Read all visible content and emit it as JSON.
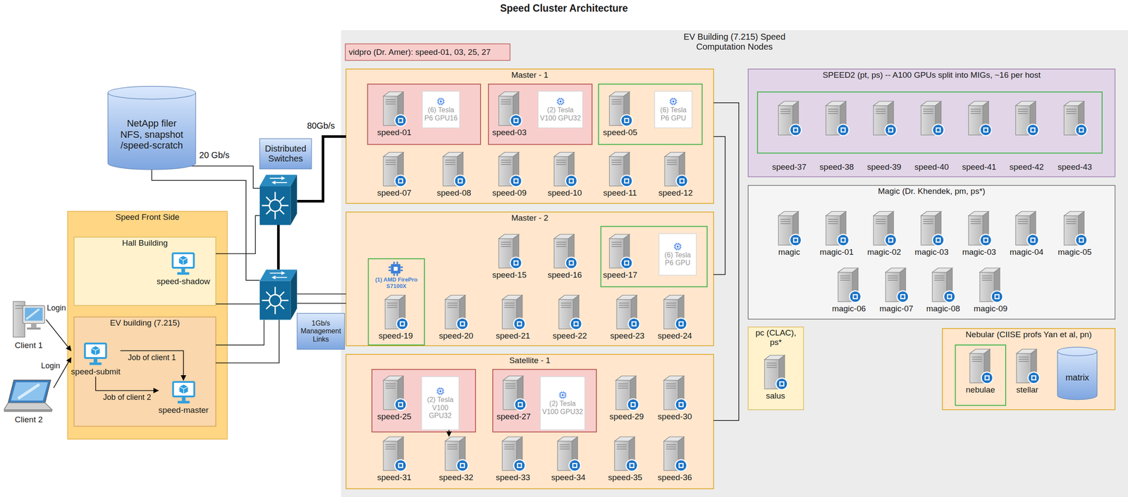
{
  "diagram": {
    "title": "Speed Cluster Architecture",
    "nodes": [
      {
        "text": [
          "Speed Front Side"
        ]
      },
      {
        "text": [
          "Hall Building"
        ],
        "in": 0
      },
      {
        "text": [
          "speed-shadow"
        ],
        "in": 1
      },
      {
        "text": [
          "EV building (7.215)"
        ],
        "in": 0
      },
      {
        "text": [
          "speed-submit"
        ],
        "in": 3
      },
      {
        "text": [
          "speed-master"
        ],
        "in": 3
      },
      {
        "text": [
          "Client 1"
        ]
      },
      {
        "text": [
          "Client 2"
        ]
      },
      {
        "text": [
          "NetApp filer NFS, snapshot /speed-scratch"
        ]
      },
      {
        "text": [
          "Distributed Switches"
        ]
      },
      {
        "text": [
          "1Gb/s Management Links"
        ]
      },
      {
        "text": [
          "EV Building (7.215) Speed Computation Nodes"
        ]
      },
      {
        "text": [
          "vidpro (Dr. Amer): speed-01, 03, 25, 27"
        ],
        "in": 11
      },
      {
        "text": [
          "Master - 1"
        ],
        "in": 11
      },
      {
        "text": [
          "speed-01"
        ],
        "in": 13
      },
      {
        "text": [
          "(6) Tesla P6 GPU16"
        ],
        "in": 13
      },
      {
        "text": [
          "speed-03"
        ],
        "in": 13
      },
      {
        "text": [
          "(2) Tesla V100 GPU32"
        ],
        "in": 13
      },
      {
        "text": [
          "speed-05"
        ],
        "in": 13
      },
      {
        "text": [
          "(6) Tesla P6 GPU"
        ],
        "in": 13
      },
      {
        "text": [
          "speed-07"
        ],
        "in": 13
      },
      {
        "text": [
          "speed-08"
        ],
        "in": 13
      },
      {
        "text": [
          "speed-09"
        ],
        "in": 13
      },
      {
        "text": [
          "speed-10"
        ],
        "in": 13
      },
      {
        "text": [
          "speed-11"
        ],
        "in": 13
      },
      {
        "text": [
          "speed-12"
        ],
        "in": 13
      },
      {
        "text": [
          "Master - 2"
        ],
        "in": 11
      },
      {
        "text": [
          "speed-15"
        ],
        "in": 26
      },
      {
        "text": [
          "speed-16"
        ],
        "in": 26
      },
      {
        "text": [
          "speed-17"
        ],
        "in": 26
      },
      {
        "text": [
          "(6) Tesla P6 GPU"
        ],
        "in": 26
      },
      {
        "text": [
          "speed-19"
        ],
        "in": 26
      },
      {
        "text": [
          "speed-20"
        ],
        "in": 26
      },
      {
        "text": [
          "speed-21"
        ],
        "in": 26
      },
      {
        "text": [
          "speed-22"
        ],
        "in": 26
      },
      {
        "text": [
          "speed-23"
        ],
        "in": 26
      },
      {
        "text": [
          "speed-24"
        ],
        "in": 26
      },
      {
        "text": [
          "Satellite - 1"
        ],
        "in": 11
      },
      {
        "text": [
          "speed-25"
        ],
        "in": 37
      },
      {
        "text": [
          "(2) Tesla V100 GPU32"
        ],
        "in": 37
      },
      {
        "text": [
          "speed-27"
        ],
        "in": 37
      },
      {
        "text": [
          "(2) Tesla V100 GPU32"
        ],
        "in": 37
      },
      {
        "text": [
          "speed-29"
        ],
        "in": 37
      },
      {
        "text": [
          "speed-30"
        ],
        "in": 37
      },
      {
        "text": [
          "speed-31"
        ],
        "in": 37
      },
      {
        "text": [
          "speed-32"
        ],
        "in": 37
      },
      {
        "text": [
          "speed-33"
        ],
        "in": 37
      },
      {
        "text": [
          "speed-34"
        ],
        "in": 37
      },
      {
        "text": [
          "speed-35"
        ],
        "in": 37
      },
      {
        "text": [
          "speed-36"
        ],
        "in": 37
      },
      {
        "text": [
          "SPEED2 (pt, ps) -- A100 GPUs split into MIGs, ~16 per host"
        ],
        "in": 11
      },
      {
        "text": [
          "speed-37"
        ],
        "in": 50
      },
      {
        "text": [
          "speed-38"
        ],
        "in": 50
      },
      {
        "text": [
          "speed-39"
        ],
        "in": 50
      },
      {
        "text": [
          "speed-40"
        ],
        "in": 50
      },
      {
        "text": [
          "speed-41"
        ],
        "in": 50
      },
      {
        "text": [
          "speed-42"
        ],
        "in": 50
      },
      {
        "text": [
          "speed-43"
        ],
        "in": 50
      },
      {
        "text": [
          "Magic (Dr. Khendek, pm, ps*)"
        ],
        "in": 11
      },
      {
        "text": [
          "magic"
        ],
        "in": 58
      },
      {
        "text": [
          "magic-01"
        ],
        "in": 58
      },
      {
        "text": [
          "magic-02"
        ],
        "in": 58
      },
      {
        "text": [
          "magic-03"
        ],
        "in": 58
      },
      {
        "text": [
          "magic-03"
        ],
        "in": 58
      },
      {
        "text": [
          "magic-04"
        ],
        "in": 58
      },
      {
        "text": [
          "magic-05"
        ],
        "in": 58
      },
      {
        "text": [
          "magic-06"
        ],
        "in": 58
      },
      {
        "text": [
          "magic-07"
        ],
        "in": 58
      },
      {
        "text": [
          "magic-08"
        ],
        "in": 58
      },
      {
        "text": [
          "magic-09"
        ],
        "in": 58
      },
      {
        "text": [
          "pc (CLAC), ps*"
        ],
        "in": 11
      },
      {
        "text": [
          "salus"
        ],
        "in": 70
      },
      {
        "text": [
          "Nebular (CIISE profs Yan et al, pn)"
        ],
        "in": 11
      },
      {
        "text": [
          "nebulae"
        ],
        "in": 72
      },
      {
        "text": [
          "stellar"
        ],
        "in": 72
      },
      {
        "text": [
          "matrix"
        ],
        "in": 72
      }
    ],
    "edges": [
      {
        "from": 6,
        "to": 4,
        "label": "Login",
        "arrow": "to"
      },
      {
        "from": 7,
        "to": 4,
        "label": "Login",
        "arrow": "to"
      },
      {
        "from": 4,
        "to": 5,
        "label": "Job of client 1",
        "arrow": "to"
      },
      {
        "from": 4,
        "to": 5,
        "label": "Job of client 2",
        "arrow": "to"
      },
      {
        "from": 39,
        "to": 45,
        "arrow": "to"
      }
    ],
    "labels": [
      "20 Gb/s",
      "80Gb/s",
      "(1) AMD FirePro S7100X"
    ]
  }
}
